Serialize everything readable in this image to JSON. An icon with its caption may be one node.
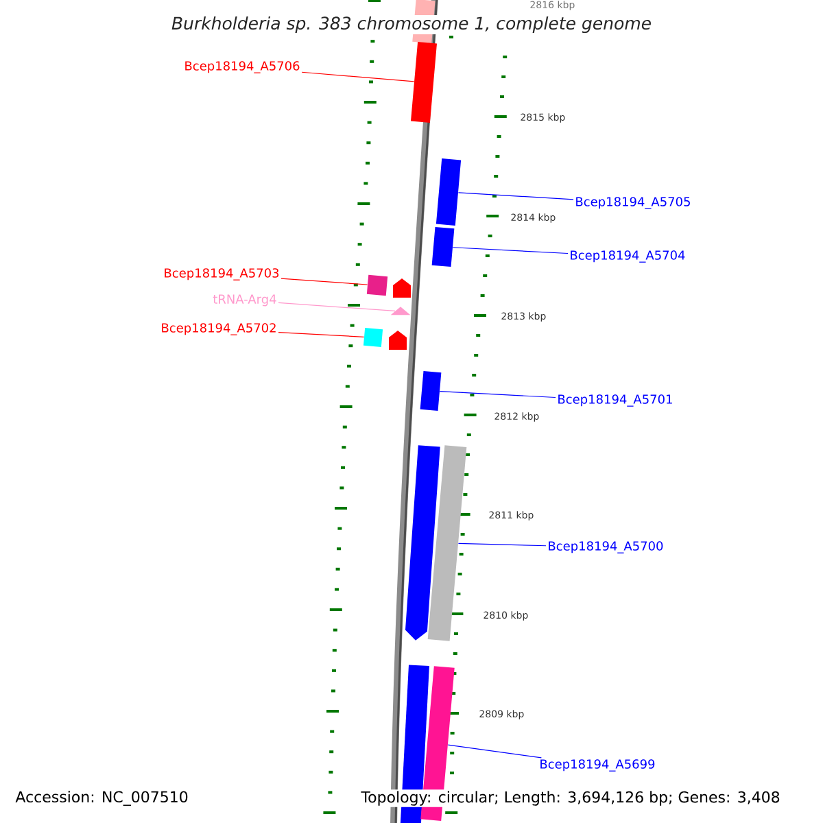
{
  "diagram": {
    "title": "Burkholderia sp. 383 chromosome 1, complete genome",
    "nodes": [
      {
        "text": [
          "Bcep18194_A5706"
        ]
      },
      {
        "text": [],
        "shape": "bar"
      },
      {
        "text": [
          "Bcep18194_A5705"
        ]
      },
      {
        "text": [],
        "shape": "bar"
      },
      {
        "text": [
          "Bcep18194_A5704"
        ]
      },
      {
        "text": [],
        "shape": "bar"
      },
      {
        "text": [
          "Bcep18194_A5703"
        ]
      },
      {
        "text": [],
        "shape": "box"
      },
      {
        "text": [
          "tRNA-Arg4"
        ]
      },
      {
        "text": [],
        "shape": "triangle"
      },
      {
        "text": [
          "Bcep18194_A5702"
        ]
      },
      {
        "text": [],
        "shape": "box"
      },
      {
        "text": [
          "Bcep18194_A5701"
        ]
      },
      {
        "text": [],
        "shape": "bar"
      },
      {
        "text": [
          "Bcep18194_A5700"
        ]
      },
      {
        "text": [],
        "shape": "bar"
      },
      {
        "text": [
          "Bcep18194_A5699"
        ]
      },
      {
        "text": [],
        "shape": "bar"
      }
    ],
    "edges": [
      {
        "from": 0,
        "to": 1,
        "arrow": "none",
        "color": "#ff0000"
      },
      {
        "from": 2,
        "to": 3,
        "arrow": "none"
      },
      {
        "from": 4,
        "to": 5,
        "arrow": "none"
      },
      {
        "from": 6,
        "to": 7,
        "arrow": "none",
        "color": "#ff0000"
      },
      {
        "from": 8,
        "to": 9,
        "arrow": "none",
        "color": "#ff99cc"
      },
      {
        "from": 10,
        "to": 11,
        "arrow": "none",
        "color": "#ff0000"
      },
      {
        "from": 12,
        "to": 13,
        "arrow": "none"
      },
      {
        "from": 14,
        "to": 15,
        "arrow": "none"
      },
      {
        "from": 16,
        "to": 17,
        "arrow": "none"
      }
    ],
    "labels": [
      "2816 kbp",
      "2815 kbp",
      "2814 kbp",
      "2813 kbp",
      "2812 kbp",
      "2811 kbp",
      "2810 kbp",
      "2809 kbp",
      "Accession: NC_007510",
      "Topology: circular; Length: 3,694,126 bp; Genes: 3,408"
    ]
  }
}
